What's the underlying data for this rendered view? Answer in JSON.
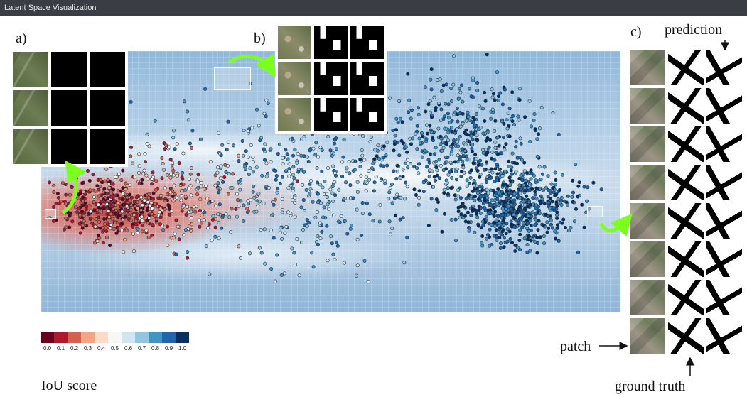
{
  "window": {
    "title": "Latent Space Visualization"
  },
  "panels": {
    "a": "a)",
    "b": "b)",
    "c": "c)"
  },
  "annotations": {
    "prediction": "prediction",
    "patch": "patch",
    "ground_truth": "ground truth"
  },
  "legend": {
    "title": "IoU score",
    "ticks": [
      "0.0",
      "0.1",
      "0.2",
      "0.3",
      "0.4",
      "0.5",
      "0.6",
      "0.7",
      "0.8",
      "0.9",
      "1.0"
    ],
    "colors": [
      "#67001f",
      "#b2182b",
      "#d6604d",
      "#f4a582",
      "#fddbc7",
      "#f7f7f7",
      "#d1e5f0",
      "#92c5de",
      "#4393c3",
      "#2166ac",
      "#053061"
    ]
  },
  "colors": {
    "highlight": "#7cff1f",
    "titlebar": "#3a3d44"
  },
  "icons": {
    "arrow_a": "curved-arrow-icon",
    "arrow_b": "curved-arrow-icon",
    "arrow_c": "curved-arrow-icon"
  }
}
